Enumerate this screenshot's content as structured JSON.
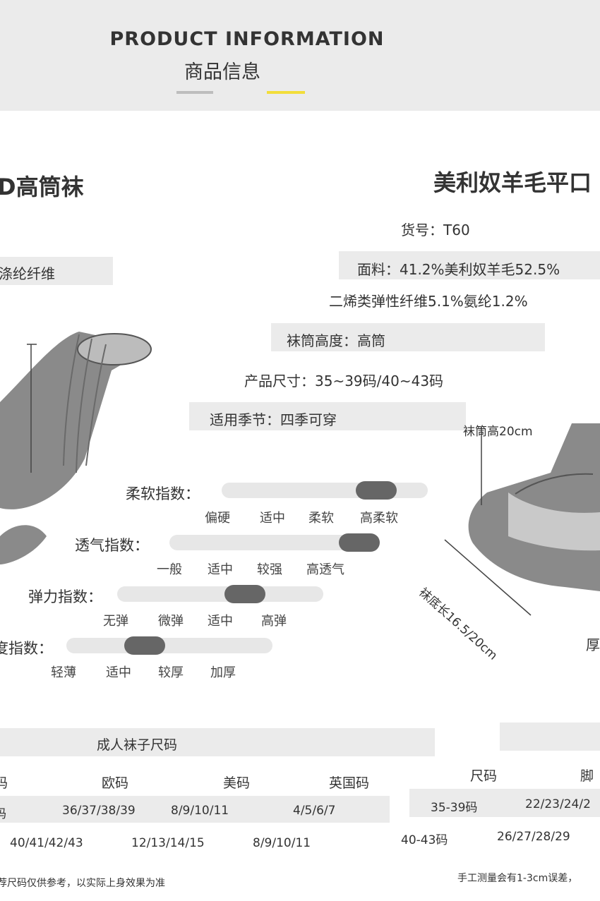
{
  "header": {
    "title_en": "PRODUCT INFORMATION",
    "title_cn": "商品信息"
  },
  "product": {
    "title_left": "D高筒袜",
    "title_right": "美利奴羊毛平口",
    "left_fragment": "涤纶纤维",
    "specs": {
      "item_no": "货号：T60",
      "fabric_line1": "面料：41.2%美利奴羊毛52.5%",
      "fabric_line2": "二烯类弹性纤维5.1%氨纶1.2%",
      "tube_height": "袜筒高度：高筒",
      "size": "产品尺寸：35~39码/40~43码",
      "season": "适用季节：四季可穿"
    },
    "dimensions": {
      "tube": "袜筒高20cm",
      "sole": "袜底长16.5/20cm",
      "right_fragment": "厚"
    }
  },
  "meters": [
    {
      "label": "柔软指数：",
      "levels": [
        "偏硬",
        "适中",
        "柔软",
        "高柔软"
      ],
      "value": 0.75
    },
    {
      "label": "透气指数：",
      "levels": [
        "一般",
        "适中",
        "较强",
        "高透气"
      ],
      "value": 0.92
    },
    {
      "label": "弹力指数：",
      "levels": [
        "无弹",
        "微弹",
        "适中",
        "高弹"
      ],
      "value": 0.62
    },
    {
      "label": "厚度指数：",
      "levels": [
        "轻薄",
        "适中",
        "较厚",
        "加厚"
      ],
      "value": 0.38
    }
  ],
  "size_table": {
    "title": "成人袜子尺码",
    "headers": [
      "码",
      "欧码",
      "美码",
      "英国码"
    ],
    "rows": [
      [
        "码",
        "36/37/38/39",
        "8/9/10/11",
        "4/5/6/7"
      ],
      [
        "",
        "40/41/42/43",
        "12/13/14/15",
        "8/9/10/11"
      ]
    ],
    "note": "荐尺码仅供参考，以实际上身效果为准"
  },
  "foot_table": {
    "headers": [
      "尺码",
      "脚"
    ],
    "rows": [
      [
        "35-39码",
        "22/23/24/2"
      ],
      [
        "40-43码",
        "26/27/28/29"
      ]
    ],
    "note": "手工测量会有1-3cm误差，"
  },
  "colors": {
    "band": "#ebebeb",
    "accent": "#f2dd3a",
    "knob": "#666666",
    "text": "#333333"
  }
}
